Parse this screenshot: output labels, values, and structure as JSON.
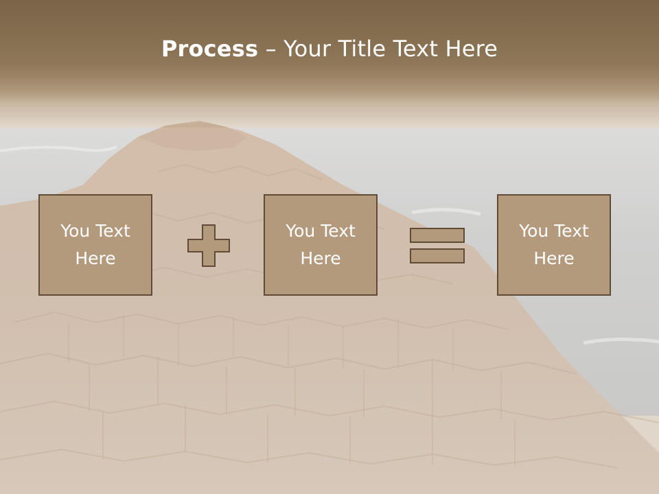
{
  "slide": {
    "title_bold": "Process",
    "title_rest": " – Your Title Text Here",
    "boxes": [
      {
        "text": "You Text Here"
      },
      {
        "text": "You Text Here"
      },
      {
        "text": "You Text Here"
      }
    ],
    "operators": [
      "plus-icon",
      "equals-icon"
    ],
    "colors": {
      "header": "#7a6447",
      "box_fill": "#b39a7c",
      "box_border": "#5e4a35",
      "text": "#ffffff"
    }
  }
}
